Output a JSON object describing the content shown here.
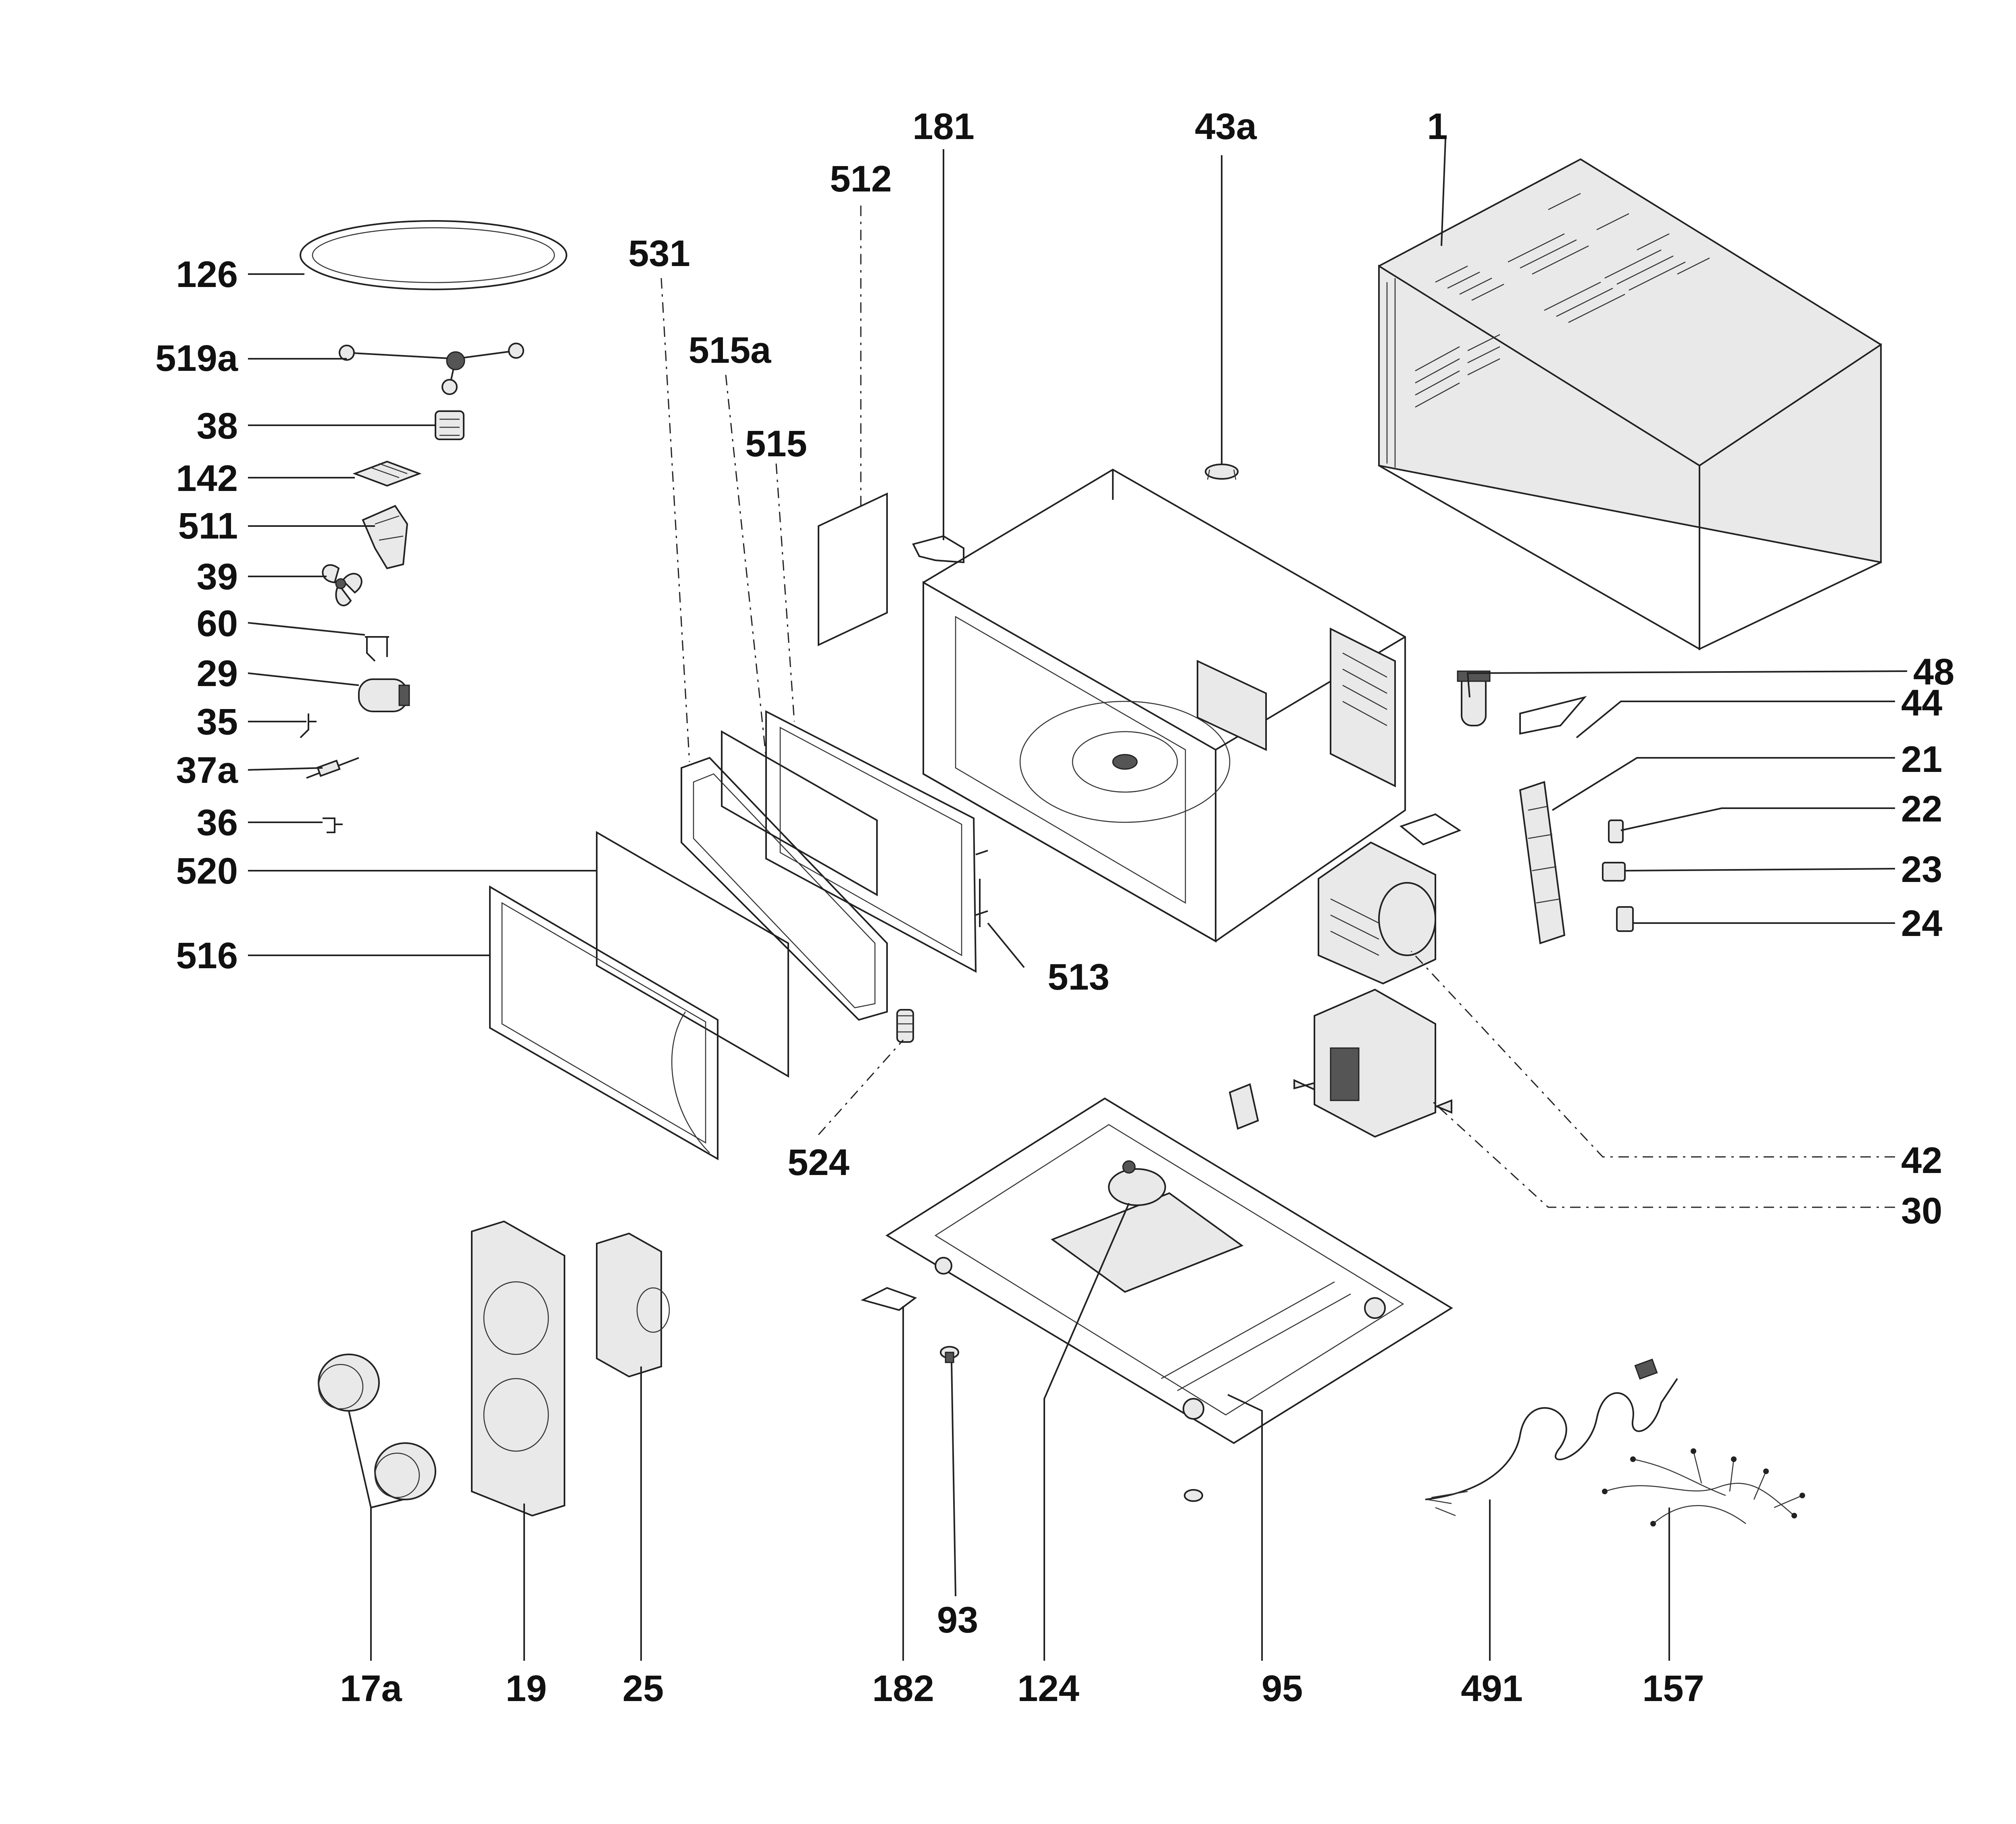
{
  "part_numbers": {
    "p1": "1",
    "p126": "126",
    "p519a": "519a",
    "p38": "38",
    "p142": "142",
    "p511": "511",
    "p39": "39",
    "p60": "60",
    "p29": "29",
    "p35": "35",
    "p37a": "37a",
    "p36": "36",
    "p520": "520",
    "p516": "516",
    "p531": "531",
    "p515a": "515a",
    "p515": "515",
    "p512": "512",
    "p181": "181",
    "p43a": "43a",
    "p48": "48",
    "p44": "44",
    "p21": "21",
    "p22": "22",
    "p23": "23",
    "p24": "24",
    "p513": "513",
    "p524": "524",
    "p42": "42",
    "p30": "30",
    "p17a": "17a",
    "p19": "19",
    "p25": "25",
    "p182": "182",
    "p93": "93",
    "p124": "124",
    "p95": "95",
    "p491": "491",
    "p157": "157"
  }
}
